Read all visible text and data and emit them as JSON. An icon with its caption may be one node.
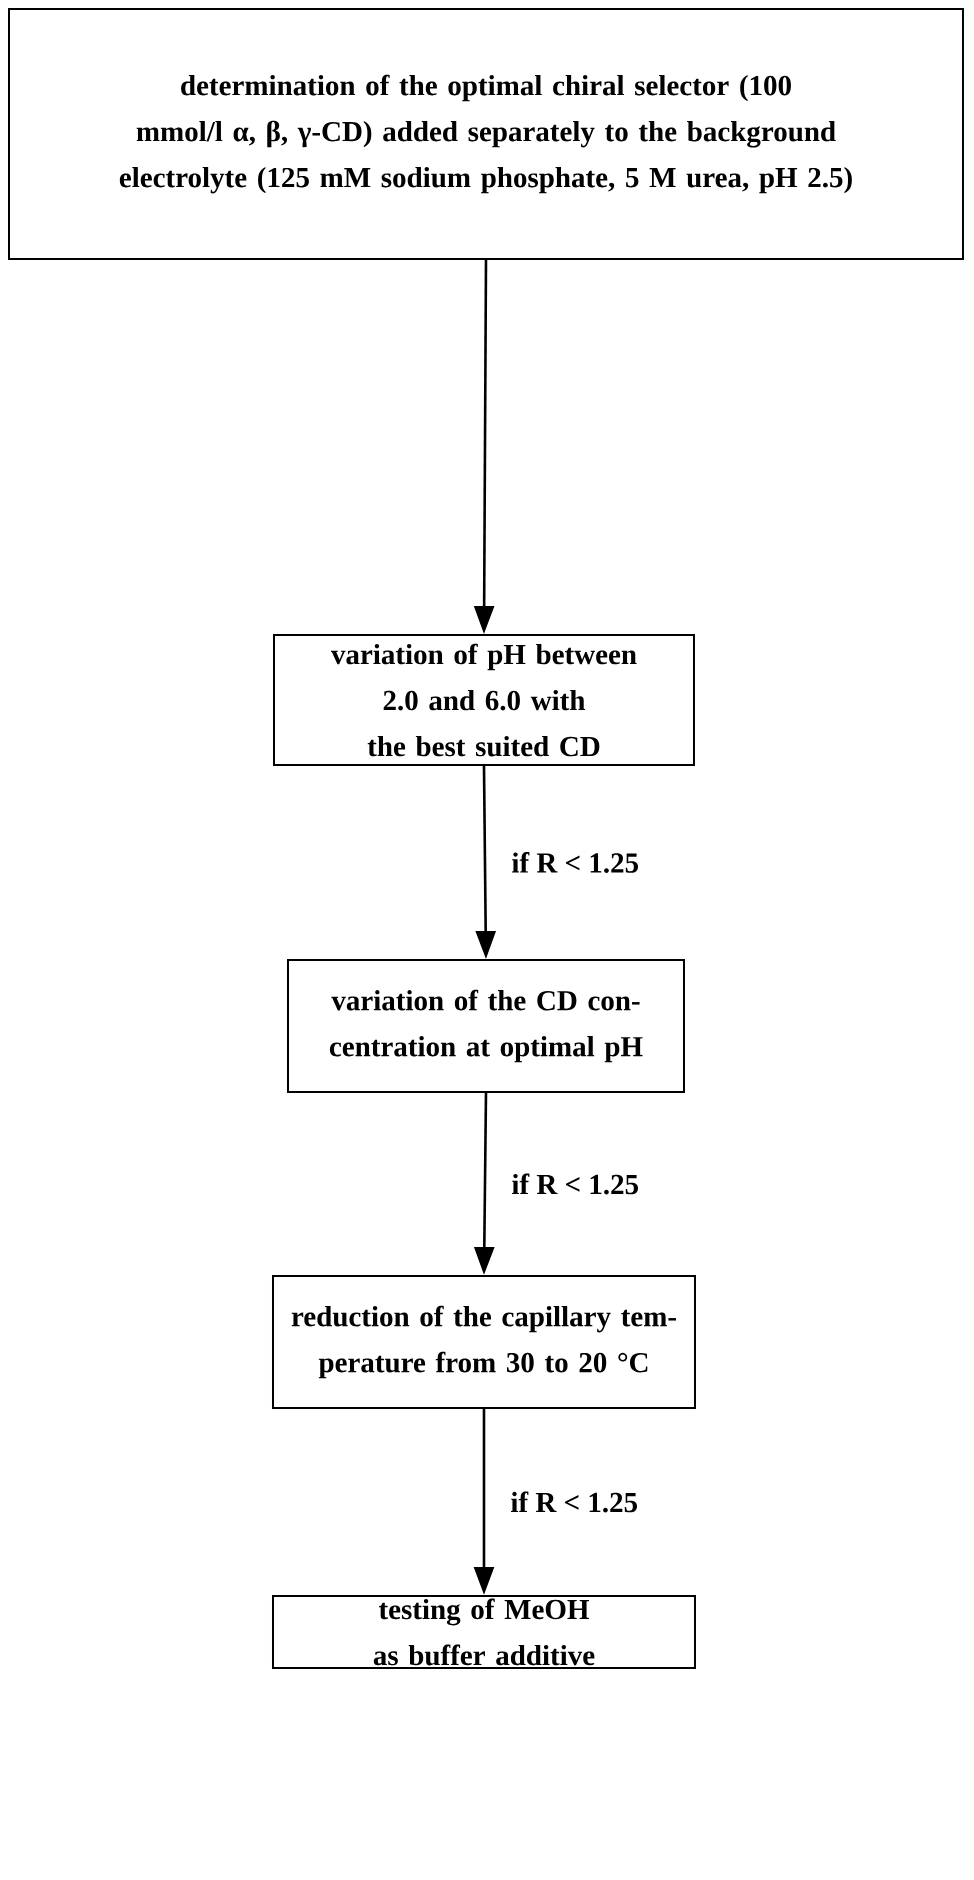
{
  "diagram": {
    "nodes": [
      {
        "text": [
          "determination of the optimal chiral selector (100 mmol/l α, β, γ-CD) added separately to the background electrolyte (125 mM sodium phosphate,  5 M urea, pH 2.5)"
        ]
      },
      {
        "text": [
          "variation of pH between 2.0 and 6.0 with the best suited CD"
        ]
      },
      {
        "text": [
          "variation of the CD con- centration at optimal pH"
        ]
      },
      {
        "text": [
          "reduction of the capillary tem- perature from 30 to 20 °C"
        ]
      },
      {
        "text": [
          "testing of MeOH as buffer additive"
        ]
      }
    ],
    "edges": [
      {
        "from": 0,
        "to": 1,
        "arrow": "to"
      },
      {
        "from": 1,
        "to": 2,
        "arrow": "to",
        "label": "if  R < 1.25"
      },
      {
        "from": 2,
        "to": 3,
        "arrow": "to",
        "label": "if  R < 1.25"
      },
      {
        "from": 3,
        "to": 4,
        "arrow": "to",
        "label": "if  R < 1.25"
      }
    ]
  }
}
